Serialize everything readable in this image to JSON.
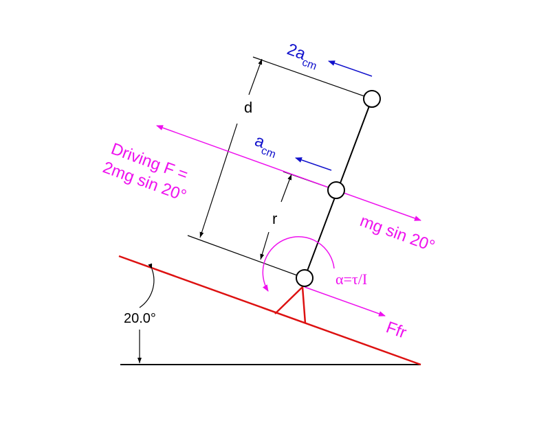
{
  "colors": {
    "incline": "#dd1111",
    "force": "#ee11ee",
    "accel": "#1111cc",
    "structure": "#000000"
  },
  "labels": {
    "accel_top_main": "2a",
    "accel_top_sub": "cm",
    "accel_mid_main": "a",
    "accel_mid_sub": "cm",
    "d": "d",
    "r": "r",
    "driving_line1": "Driving F =",
    "driving_line2": "2mg sin 20°",
    "mg_sin": "mg sin 20°",
    "alpha": "α=τ/I",
    "ffr": "Ffr",
    "angle": "20.0°"
  }
}
